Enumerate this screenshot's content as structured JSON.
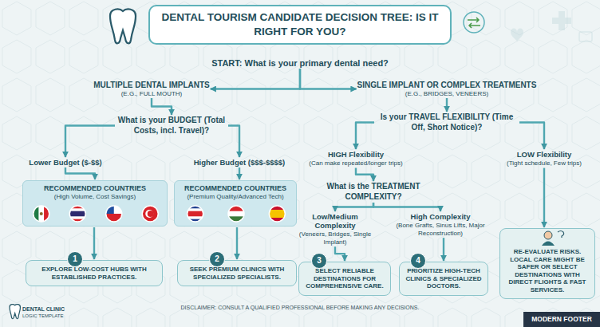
{
  "diagram": {
    "title": "DENTAL TOURISM CANDIDATE DECISION TREE: IS IT RIGHT FOR YOU?",
    "nodes": [
      {
        "text": [
          "START: What is your primary dental need?"
        ]
      },
      {
        "text": [
          "MULTIPLE DENTAL IMPLANTS",
          "(E.G., FULL MOUTH)"
        ]
      },
      {
        "text": [
          "SINGLE IMPLANT OR COMPLEX TREATMENTS",
          "(E.G., BRIDGES, VENEERS)"
        ]
      },
      {
        "text": [
          "What is your BUDGET (Total Costs, incl. Travel)?"
        ]
      },
      {
        "text": [
          "Lower Budget ($-$$)"
        ]
      },
      {
        "text": [
          "Higher Budget ($$$-$$$$)"
        ]
      },
      {
        "text": [
          "RECOMMENDED COUNTRIES",
          "(High Volume, Cost Savings)"
        ]
      },
      {
        "text": [
          "RECOMMENDED COUNTRIES",
          "(Premium Quality/Advanced Tech)"
        ]
      },
      {
        "text": [
          "EXPLORE LOW-COST HUBS WITH ESTABLISHED PRACTICES."
        ]
      },
      {
        "text": [
          "SEEK PREMIUM CLINICS WITH SPECIALIZED SPECIALISTS."
        ]
      },
      {
        "text": [
          "Is your TRAVEL FLEXIBILITY (Time Off, Short Notice)?"
        ]
      },
      {
        "text": [
          "HIGH Flexibility",
          "(Can make repeated/longer trips)"
        ]
      },
      {
        "text": [
          "LOW Flexibility",
          "(Tight schedule, Few trips)"
        ]
      },
      {
        "text": [
          "What is the TREATMENT COMPLEXITY?"
        ]
      },
      {
        "text": [
          "Low/Medium Complexity",
          "(Veneers, Bridges, Single Implant)"
        ]
      },
      {
        "text": [
          "High Complexity",
          "(Bone Grafts, Sinus Lifts, Major Reconstruction)"
        ]
      },
      {
        "text": [
          "SELECT RELIABLE DESTINATIONS FOR COMPREHENSIVE CARE."
        ]
      },
      {
        "text": [
          "PRIORITIZE HIGH-TECH CLINICS & SPECIALIZED DOCTORS."
        ]
      },
      {
        "text": [
          "RE-EVALUATE RISKS. LOCAL CARE MIGHT BE SAFER OR SELECT DESTINATIONS WITH DIRECT FLIGHTS & FAST SERVICES."
        ]
      }
    ],
    "edges": [
      {
        "from": 0,
        "to": 1,
        "arrow": "to"
      },
      {
        "from": 0,
        "to": 2,
        "arrow": "to"
      },
      {
        "from": 1,
        "to": 3,
        "arrow": "to"
      },
      {
        "from": 3,
        "to": 4,
        "arrow": "to"
      },
      {
        "from": 3,
        "to": 5,
        "arrow": "to"
      },
      {
        "from": 4,
        "to": 6,
        "arrow": "to"
      },
      {
        "from": 5,
        "to": 7,
        "arrow": "to"
      },
      {
        "from": 6,
        "to": 8,
        "arrow": "to"
      },
      {
        "from": 7,
        "to": 9,
        "arrow": "to"
      },
      {
        "from": 2,
        "to": 10,
        "arrow": "to"
      },
      {
        "from": 10,
        "to": 11,
        "arrow": "to"
      },
      {
        "from": 10,
        "to": 12,
        "arrow": "to"
      },
      {
        "from": 11,
        "to": 13,
        "arrow": "to"
      },
      {
        "from": 13,
        "to": 14,
        "arrow": "to"
      },
      {
        "from": 13,
        "to": 15,
        "arrow": "to"
      },
      {
        "from": 14,
        "to": 16,
        "arrow": "to"
      },
      {
        "from": 15,
        "to": 17,
        "arrow": "to"
      },
      {
        "from": 12,
        "to": 18,
        "arrow": "to"
      }
    ],
    "labels": [
      "1",
      "2",
      "3",
      "4",
      "DENTAL CLINIC",
      "LOGIC TEMPLATE",
      "DISCLAIMER: CONSULT A QUALIFIED PROFESSIONAL BEFORE MAKING ANY DECISIONS.",
      "MODERN FOOTER"
    ]
  }
}
